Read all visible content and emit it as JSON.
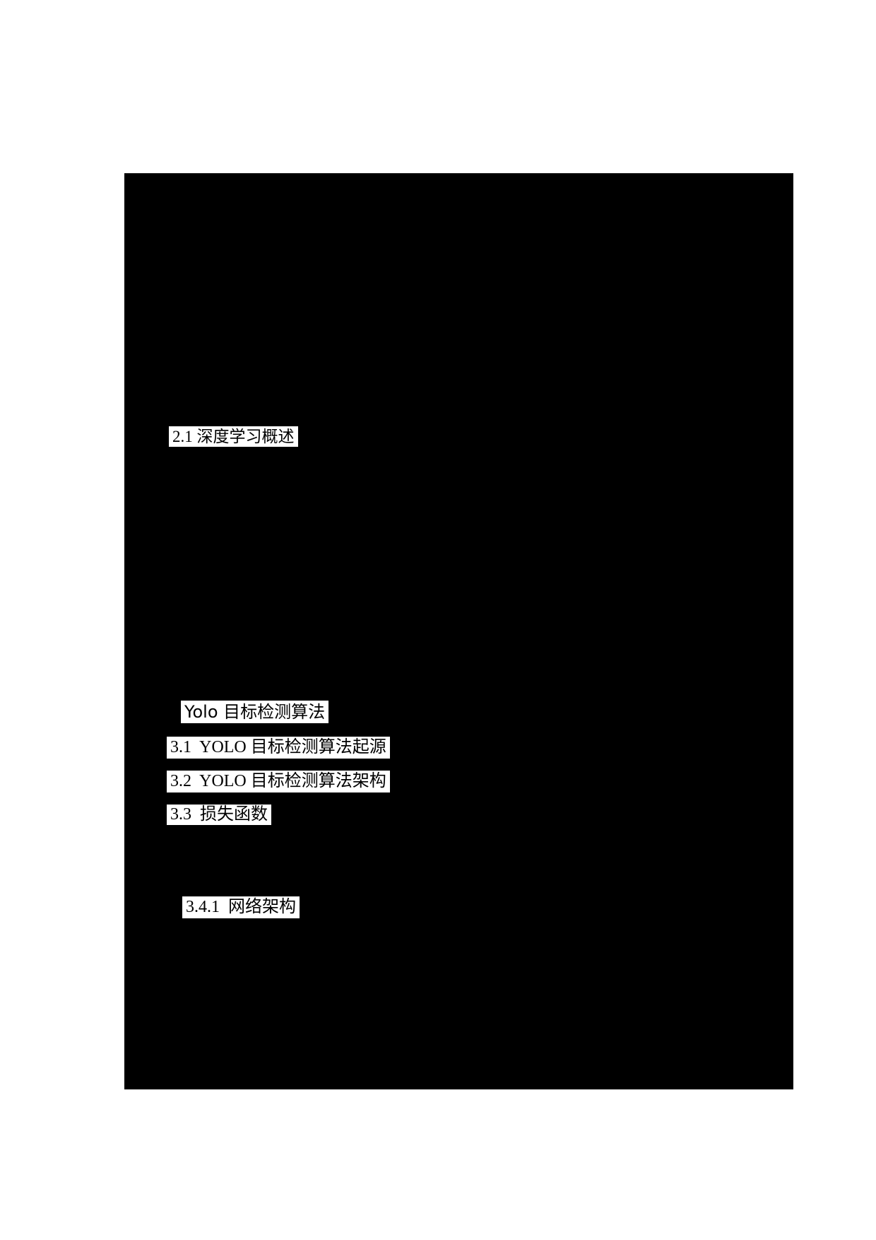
{
  "page": {
    "background_color": "#000000",
    "margin_color": "#ffffff",
    "highlight_color": "#ffffff",
    "text_color": "#000000"
  },
  "headings": [
    {
      "id": "section-2-1",
      "label": "2.1 深度学习概述"
    },
    {
      "id": "chapter-yolo",
      "label": "Yolo 目标检测算法"
    },
    {
      "id": "section-3-1",
      "label": "3.1  YOLO 目标检测算法起源"
    },
    {
      "id": "section-3-2",
      "label": "3.2  YOLO 目标检测算法架构"
    },
    {
      "id": "section-3-3",
      "label": "3.3  损失函数"
    },
    {
      "id": "section-3-4-1",
      "label": "3.4.1  网络架构"
    }
  ]
}
